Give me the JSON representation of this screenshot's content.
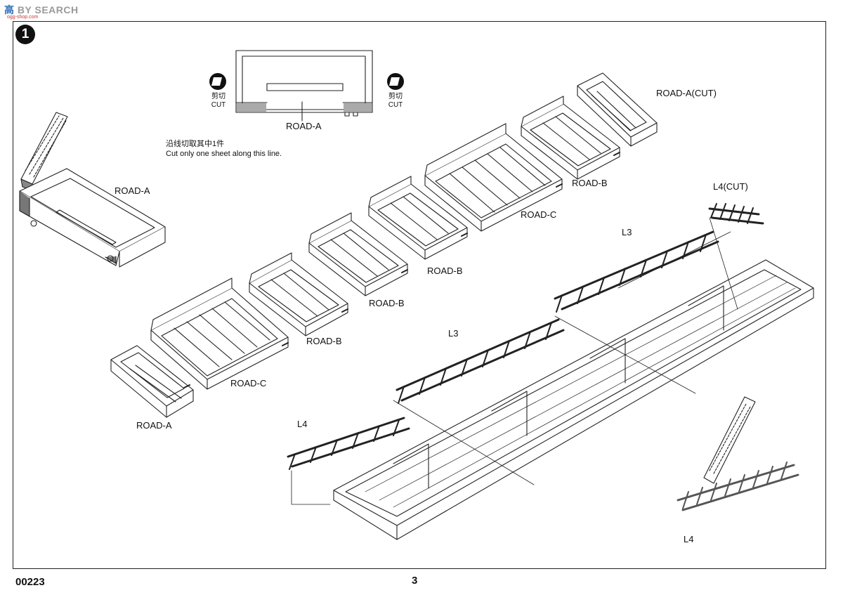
{
  "watermark": {
    "text_a": "高",
    "text_b": "BY SEARCH",
    "url": "ogg-shop.com"
  },
  "step": {
    "number": "1"
  },
  "labels": {
    "road_a_top": "ROAD-A",
    "road_a_left": "ROAD-A",
    "road_a_bottom": "ROAD-A",
    "road_a_cut": "ROAD-A(CUT)",
    "road_b_1": "ROAD-B",
    "road_b_2": "ROAD-B",
    "road_b_3": "ROAD-B",
    "road_b_4": "ROAD-B",
    "road_c_1": "ROAD-C",
    "road_c_2": "ROAD-C",
    "l4_cut": "L4(CUT)",
    "l3_1": "L3",
    "l3_2": "L3",
    "l4_1": "L4",
    "l4_2": "L4"
  },
  "cut_notes": {
    "cut_cn": "剪切",
    "cut_en": "CUT",
    "instruction_cn": "沿线切取其中1件",
    "instruction_en": "Cut only one sheet along this line."
  },
  "footer": {
    "code": "00223",
    "page": "3"
  }
}
